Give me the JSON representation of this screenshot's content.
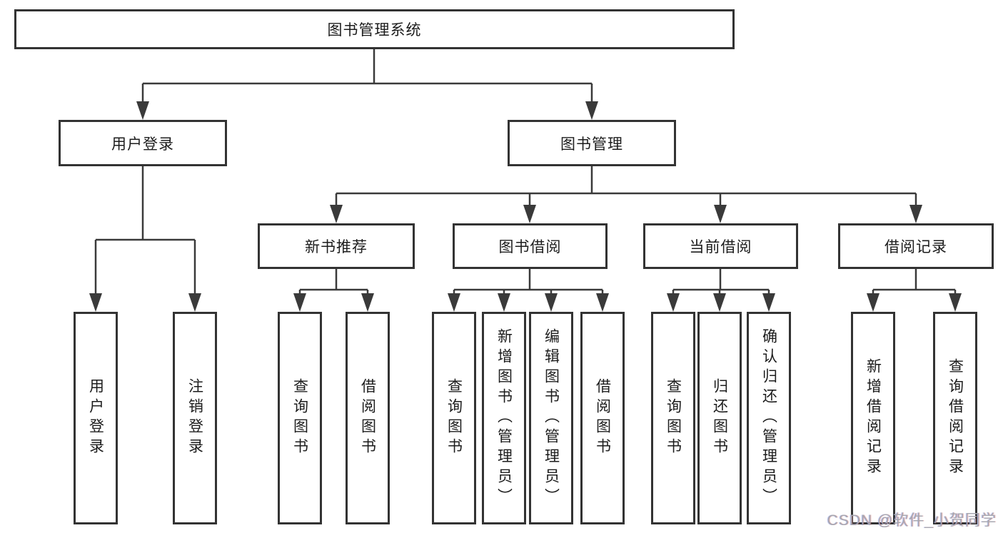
{
  "colors": {
    "line": "#3a3a3a",
    "box_border": "#333333",
    "text": "#1c1c1c",
    "background": "#ffffff",
    "watermark": "#a7a7b0"
  },
  "tree": {
    "root": "图书管理系统",
    "branches": [
      {
        "label": "用户登录",
        "children": [
          "用户登录",
          "注销登录"
        ]
      },
      {
        "label": "图书管理",
        "sections": [
          {
            "label": "新书推荐",
            "children": [
              "查询图书",
              "借阅图书"
            ]
          },
          {
            "label": "图书借阅",
            "children": [
              "查询图书",
              "新增图书（管理员）",
              "编辑图书（管理员）",
              "借阅图书"
            ]
          },
          {
            "label": "当前借阅",
            "children": [
              "查询图书",
              "归还图书",
              "确认归还（管理员）"
            ]
          },
          {
            "label": "借阅记录",
            "children": [
              "新增借阅记录",
              "查询借阅记录"
            ]
          }
        ]
      }
    ]
  },
  "watermark": "CSDN @软件_小贺同学"
}
